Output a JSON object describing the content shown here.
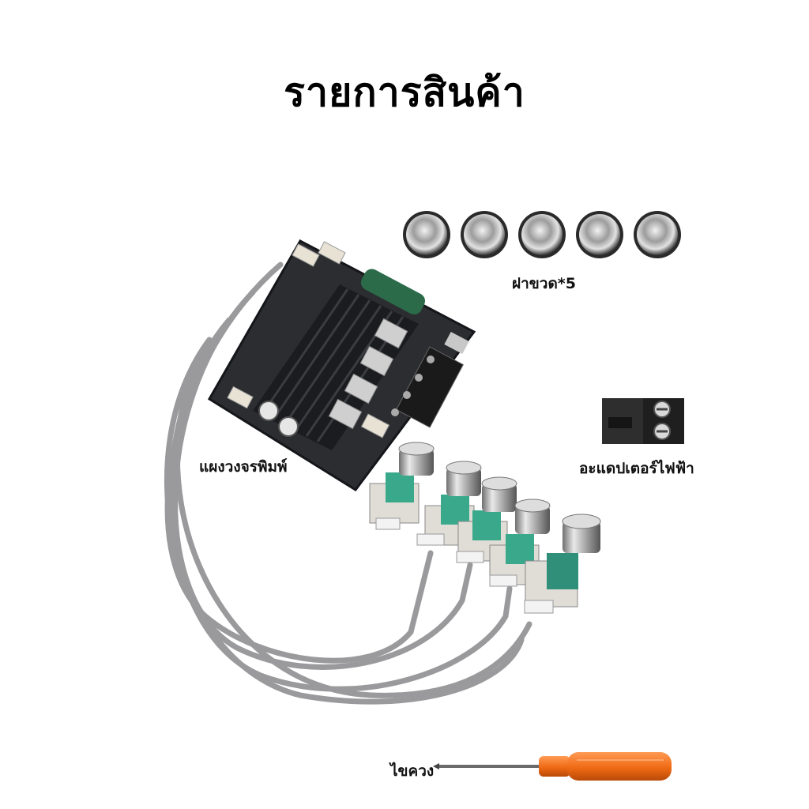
{
  "header": {
    "title": "รายการสินค้า"
  },
  "items": {
    "caps": {
      "label": "ฝาขวด*5",
      "count": 5,
      "icon": "knob-cap-icon"
    },
    "terminal": {
      "label": "อะแดปเตอร์ไฟฟ้า",
      "icon": "terminal-block-icon"
    },
    "board": {
      "label": "แผงวงจรพิมพ์",
      "icon": "circuit-board-icon"
    },
    "screwdriver": {
      "label": "ไขควง",
      "icon": "screwdriver-icon"
    }
  },
  "colors": {
    "board": "#2b2d31",
    "heatsink": "#1b1c1f",
    "cable": "#9a9a9c",
    "knob_metal": "#c9c9c9",
    "pot_green": "#3aa88a",
    "handle_orange": "#f06a14"
  }
}
